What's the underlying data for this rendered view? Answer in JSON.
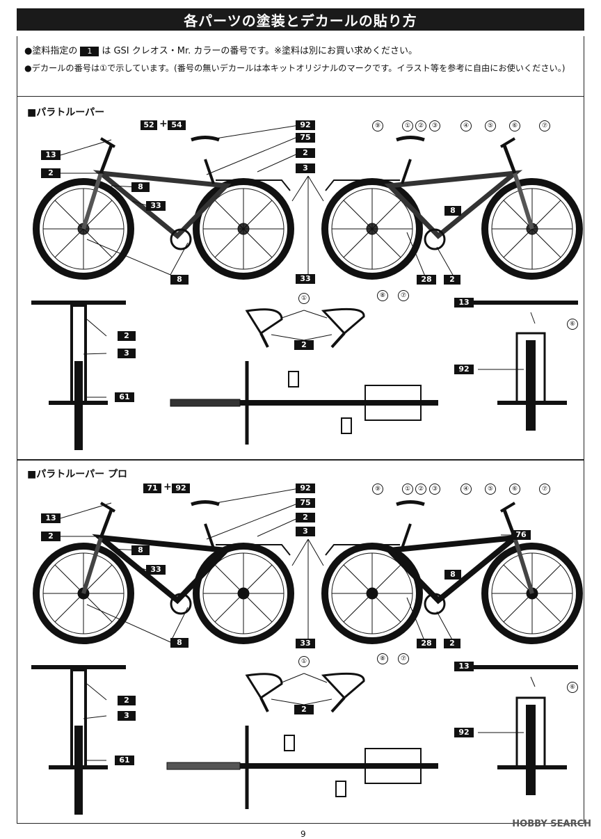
{
  "title": "各パーツの塗装とデカールの貼り方",
  "notes": {
    "line1_pre": "●塗料指定の",
    "line1_chip": "1",
    "line1_post": "は GSI クレオス・Mr. カラーの番号です。※塗料は別にお買い求めください。",
    "line2": "●デカールの番号は①で示しています。(番号の無いデカールは本キットオリジナルのマークです。イラスト等を参考に自由にお使いください。)"
  },
  "sections": [
    {
      "title": "■パラトルーパー",
      "side_labels_left": [
        "13",
        "2",
        "8",
        "33",
        "8",
        "52",
        "54",
        "92",
        "75",
        "2",
        "3",
        "33"
      ],
      "side_labels_right": [
        "⑨",
        "①",
        "②",
        "③",
        "④",
        "⑤",
        "⑥",
        "⑦",
        "8",
        "2",
        "28",
        "⑧",
        "⑦"
      ],
      "front_labels": [
        "2",
        "3",
        "61"
      ],
      "seat_labels": [
        "①",
        "2"
      ],
      "rear_labels": [
        "13",
        "⑥",
        "92"
      ]
    },
    {
      "title": "■パラトルーパー プロ",
      "side_labels_left": [
        "13",
        "2",
        "8",
        "33",
        "8",
        "71",
        "92",
        "92",
        "75",
        "2",
        "3",
        "33"
      ],
      "side_labels_right": [
        "⑨",
        "①",
        "②",
        "③",
        "④",
        "⑤",
        "⑥",
        "⑦",
        "76",
        "8",
        "2",
        "28",
        "⑧",
        "⑦"
      ],
      "front_labels": [
        "2",
        "3",
        "61"
      ],
      "seat_labels": [
        "①",
        "2"
      ],
      "rear_labels": [
        "13",
        "⑥",
        "92"
      ]
    }
  ],
  "watermark": "HOBBY SEARCH",
  "page_number": "9"
}
